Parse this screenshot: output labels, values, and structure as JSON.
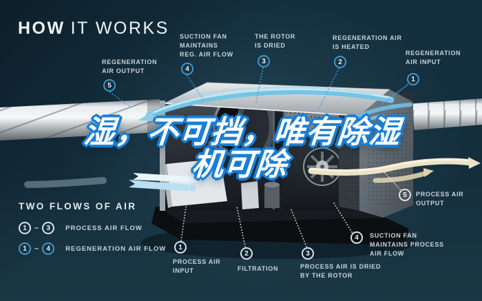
{
  "title": {
    "word_bold": "HOW",
    "word_light": "IT WORKS"
  },
  "watermark": {
    "line1": "湿，不可挡，唯有除湿",
    "line2": "机可除"
  },
  "regeneration_flow": {
    "items": [
      {
        "num": "1",
        "label": "REGENERATION\nAIR INPUT"
      },
      {
        "num": "2",
        "label": "REGENERATION AIR\nIS HEATED"
      },
      {
        "num": "3",
        "label": "THE ROTOR\nIS DRIED"
      },
      {
        "num": "4",
        "label": "SUCTION FAN\nMAINTAINS\nREG. AIR FLOW"
      },
      {
        "num": "5",
        "label": "REGENERATION\nAIR OUTPUT"
      }
    ]
  },
  "process_flow": {
    "items": [
      {
        "num": "1",
        "label": "PROCESS AIR\nINPUT"
      },
      {
        "num": "2",
        "label": "FILTRATION"
      },
      {
        "num": "3",
        "label": "PROCESS AIR IS DRIED\nBY THE ROTOR"
      },
      {
        "num": "4",
        "label": "SUCTION FAN\nMAINTAINS PROCESS\nAIR FLOW"
      },
      {
        "num": "5",
        "label": "PROCESS AIR\nOUTPUT"
      }
    ]
  },
  "legend": {
    "heading": "TWO FLOWS OF AIR",
    "dash": "–",
    "rows": [
      {
        "from": "1",
        "to": "3",
        "label": "PROCESS AIR FLOW",
        "style": "white"
      },
      {
        "from": "1",
        "to": "4",
        "label": "REGENERATION AIR FLOW",
        "style": "blue"
      }
    ]
  },
  "colors": {
    "background": "#14303e",
    "accent_blue": "#3e97cc",
    "arrow_blue": "#7ac7e8",
    "arrow_beige": "#ece3c6",
    "heater_orange": "#ef8324",
    "label_text": "#c9d4da",
    "watermark_stroke": "#1a7fd4"
  }
}
